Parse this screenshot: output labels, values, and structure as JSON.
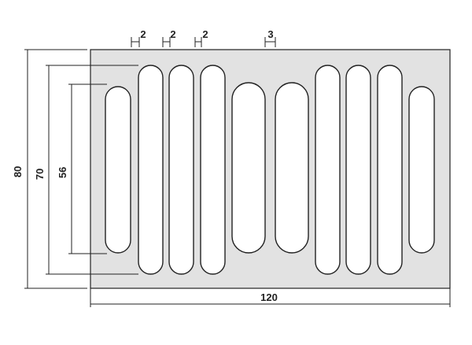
{
  "drawing": {
    "plate_fill": "#e2e2e2",
    "line_color": "#222222",
    "dimensions": {
      "overall_width": "120",
      "overall_height": "80",
      "long_slot_length": "70",
      "short_slot_length": "56",
      "gap_1": "2",
      "gap_2": "2",
      "gap_3": "2",
      "gap_4": "3"
    }
  }
}
